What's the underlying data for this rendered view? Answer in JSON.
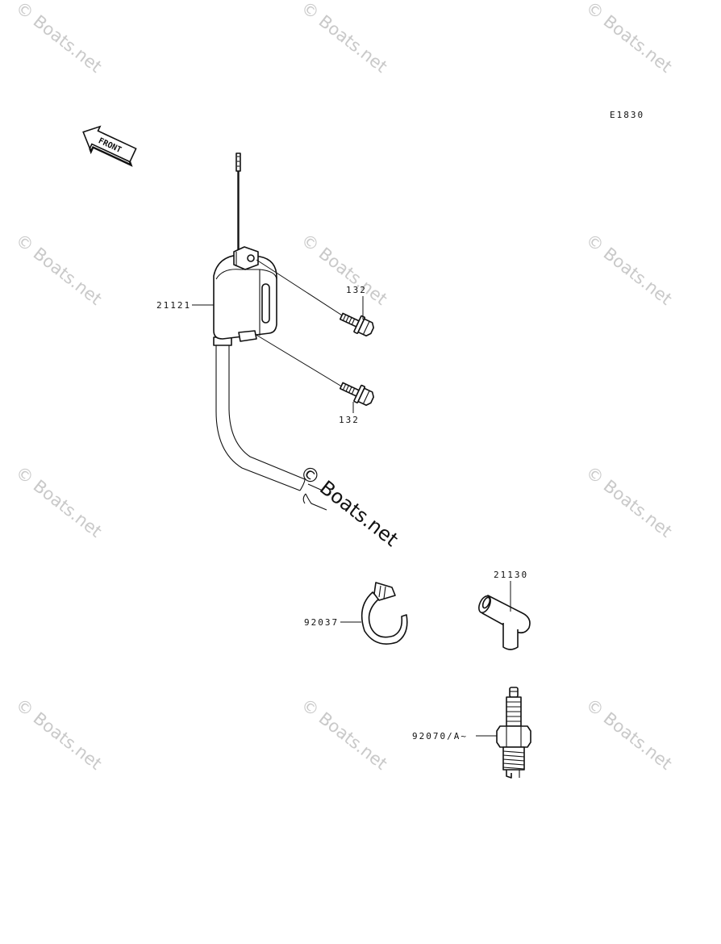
{
  "diagram_code": "E1830",
  "front_label": "FRONT",
  "watermark_text": "© Boats.net",
  "parts": {
    "ignition_coil": "21121",
    "bolt_upper": "132",
    "bolt_lower": "132",
    "plug_cap": "21130",
    "clamp": "92037",
    "spark_plug": "92070/A~"
  }
}
